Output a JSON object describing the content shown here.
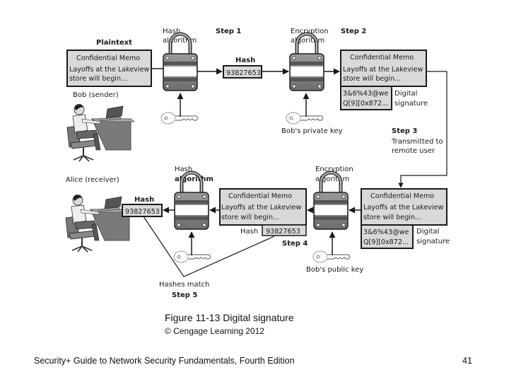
{
  "colors": {
    "box_fill": "#d9d9d9",
    "box_stroke": "#1a1a1a",
    "lock_body": "#8c8c8c",
    "line": "#1a1a1a"
  },
  "sender": {
    "plaintext_label": "Plaintext",
    "person_label": "Bob (sender)",
    "memo": {
      "title": "Confidential Memo",
      "line1": "Layoffs at the Lakeview",
      "line2": "store will begin..."
    },
    "hash_algorithm_label": [
      "Hash",
      "algorithm"
    ],
    "step1": "Step 1",
    "hash_label": "Hash",
    "hash_value": "93827653",
    "encryption_algorithm_label": [
      "Encryption",
      "algorithm"
    ],
    "step2": "Step 2",
    "private_key_label": "Bob's private key",
    "signed_memo": {
      "title": "Confidential Memo",
      "line1": "Layoffs at the Lakeview",
      "line2": "store will begin..."
    },
    "signature": {
      "line1": "3&6%43@we",
      "line2": "Q[9][0x872..."
    },
    "signature_label": [
      "Digital",
      "signature"
    ]
  },
  "transmission": {
    "step3": "Step 3",
    "label": [
      "Transmitted to",
      "remote user"
    ]
  },
  "receiver": {
    "person_label": "Alice (receiver)",
    "hash_algorithm_label": [
      "Hash",
      "algorithm"
    ],
    "hash_label": "Hash",
    "hash_value": "93827653",
    "memo": {
      "title": "Confidential Memo",
      "line1": "Layoffs at the Lakeview",
      "line2": "store will begin..."
    },
    "decrypted_hash_label": "Hash",
    "decrypted_hash_value": "93827653",
    "step4": "Step 4",
    "encryption_algorithm_label": [
      "Encryption",
      "algorithm"
    ],
    "received_memo": {
      "title": "Confidential Memo",
      "line1": "Layoffs at the Lakeview",
      "line2": "store will begin..."
    },
    "signature": {
      "line1": "3&6%43@we",
      "line2": "Q[9][0x872..."
    },
    "signature_label": [
      "Digital",
      "signature"
    ],
    "public_key_label": "Bob's public key",
    "match_label": "Hashes match",
    "step5": "Step 5"
  },
  "caption": "Figure 11-13 Digital signature",
  "copyright": "© Cengage Learning 2012",
  "footer": "Security+ Guide to Network Security Fundamentals, Fourth Edition",
  "page_number": "41"
}
